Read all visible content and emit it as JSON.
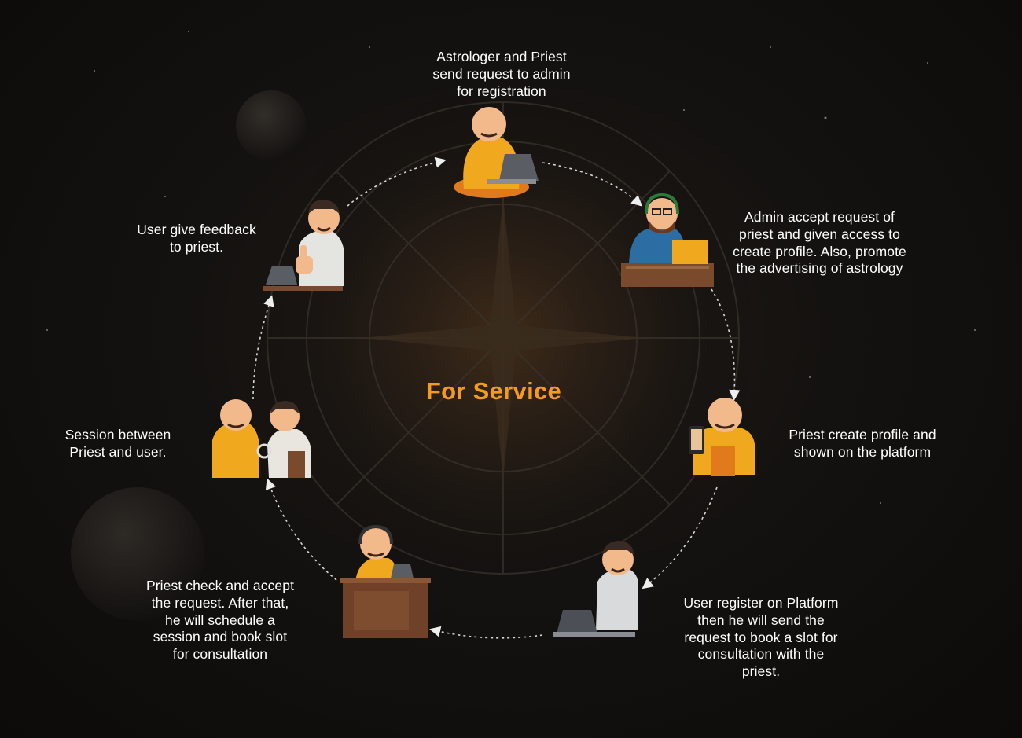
{
  "center_title": "For Service",
  "steps": [
    {
      "text": "Astrologer and Priest\nsend request to admin\nfor registration"
    },
    {
      "text": "Admin accept request of\npriest and given access to\ncreate profile. Also, promote\nthe advertising  of astrology"
    },
    {
      "text": "Priest create profile and\nshown on the platform"
    },
    {
      "text": "User register on Platform\nthen he will send the\nrequest to book a slot for\nconsultation with the\npriest."
    },
    {
      "text": "Priest check and accept\nthe request. After that,\nhe  will schedule a\nsession and book slot\nfor consultation"
    },
    {
      "text": "Session between\nPriest and user."
    },
    {
      "text": "User give  feedback\nto priest."
    }
  ],
  "colors": {
    "accent": "#f39a1f",
    "robe": "#f0a81e",
    "skin": "#f2b98a",
    "wood": "#7a4a2c",
    "arrow": "#e8e8e8"
  },
  "icons": [
    "priest-laptop-icon",
    "admin-headset-icon",
    "priest-phone-icon",
    "user-laptop-icon",
    "priest-desk-icon",
    "session-handshake-icon",
    "user-feedback-icon"
  ]
}
